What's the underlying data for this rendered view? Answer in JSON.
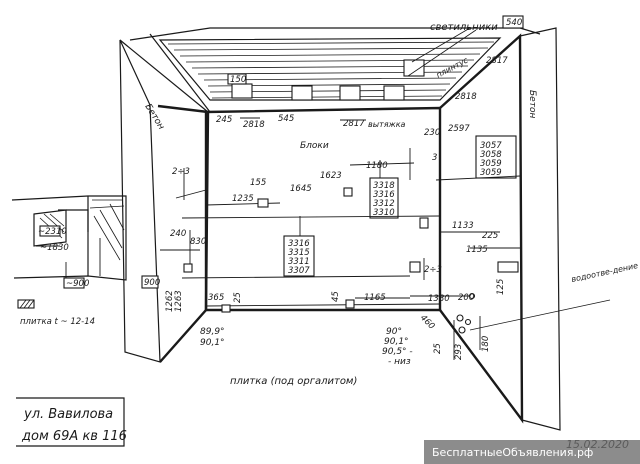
{
  "labels": {
    "svetilniki": "светильники",
    "svetilniki_num": "540",
    "plinth": "плинтус",
    "beton_left": "Бетон",
    "beton_right": "Бетон",
    "bloki": "Блоки",
    "vytyazhka": "вытяжка",
    "plitka_floor": "плитка (под оргалитом)",
    "vodootvedenie": "водоотве-дение",
    "legend_text": "плитка t ~ 12-14",
    "address_line1": "ул. Вавилова",
    "address_line2": "дом 69А кв 116",
    "date": "15.02.2020",
    "angles_left": [
      "89,9°",
      "90,1°"
    ],
    "angles_floor": [
      "90°",
      "90,1°",
      "90,5° -",
      "- низ"
    ],
    "watermark": "БесплатныеОбъявления.рф"
  },
  "ceiling_dims": [
    "150",
    "545",
    "2818",
    "245",
    "2817",
    "2818",
    "2817"
  ],
  "upper_dims": [
    "230",
    "2597",
    "155",
    "1645",
    "1623",
    "1235",
    "1180",
    "3"
  ],
  "wall_heights_right": [
    "3057",
    "3058",
    "3059",
    "3059"
  ],
  "wall_heights_center_top": [
    "3318",
    "3316",
    "3312",
    "3310"
  ],
  "wall_heights_center_bottom": [
    "3316",
    "3315",
    "3311",
    "3307"
  ],
  "left_dims": [
    "2÷3",
    "240",
    "830",
    "900",
    "1262",
    "1263",
    "365",
    "25"
  ],
  "mid_dims": [
    "1133",
    "225",
    "1135",
    "2÷3",
    "125",
    "45",
    "1165",
    "1380",
    "200",
    "460"
  ],
  "right_vertical_dims": [
    "25",
    "293",
    "180"
  ],
  "inset_dims": [
    "~2310",
    "~1830",
    "~900"
  ]
}
